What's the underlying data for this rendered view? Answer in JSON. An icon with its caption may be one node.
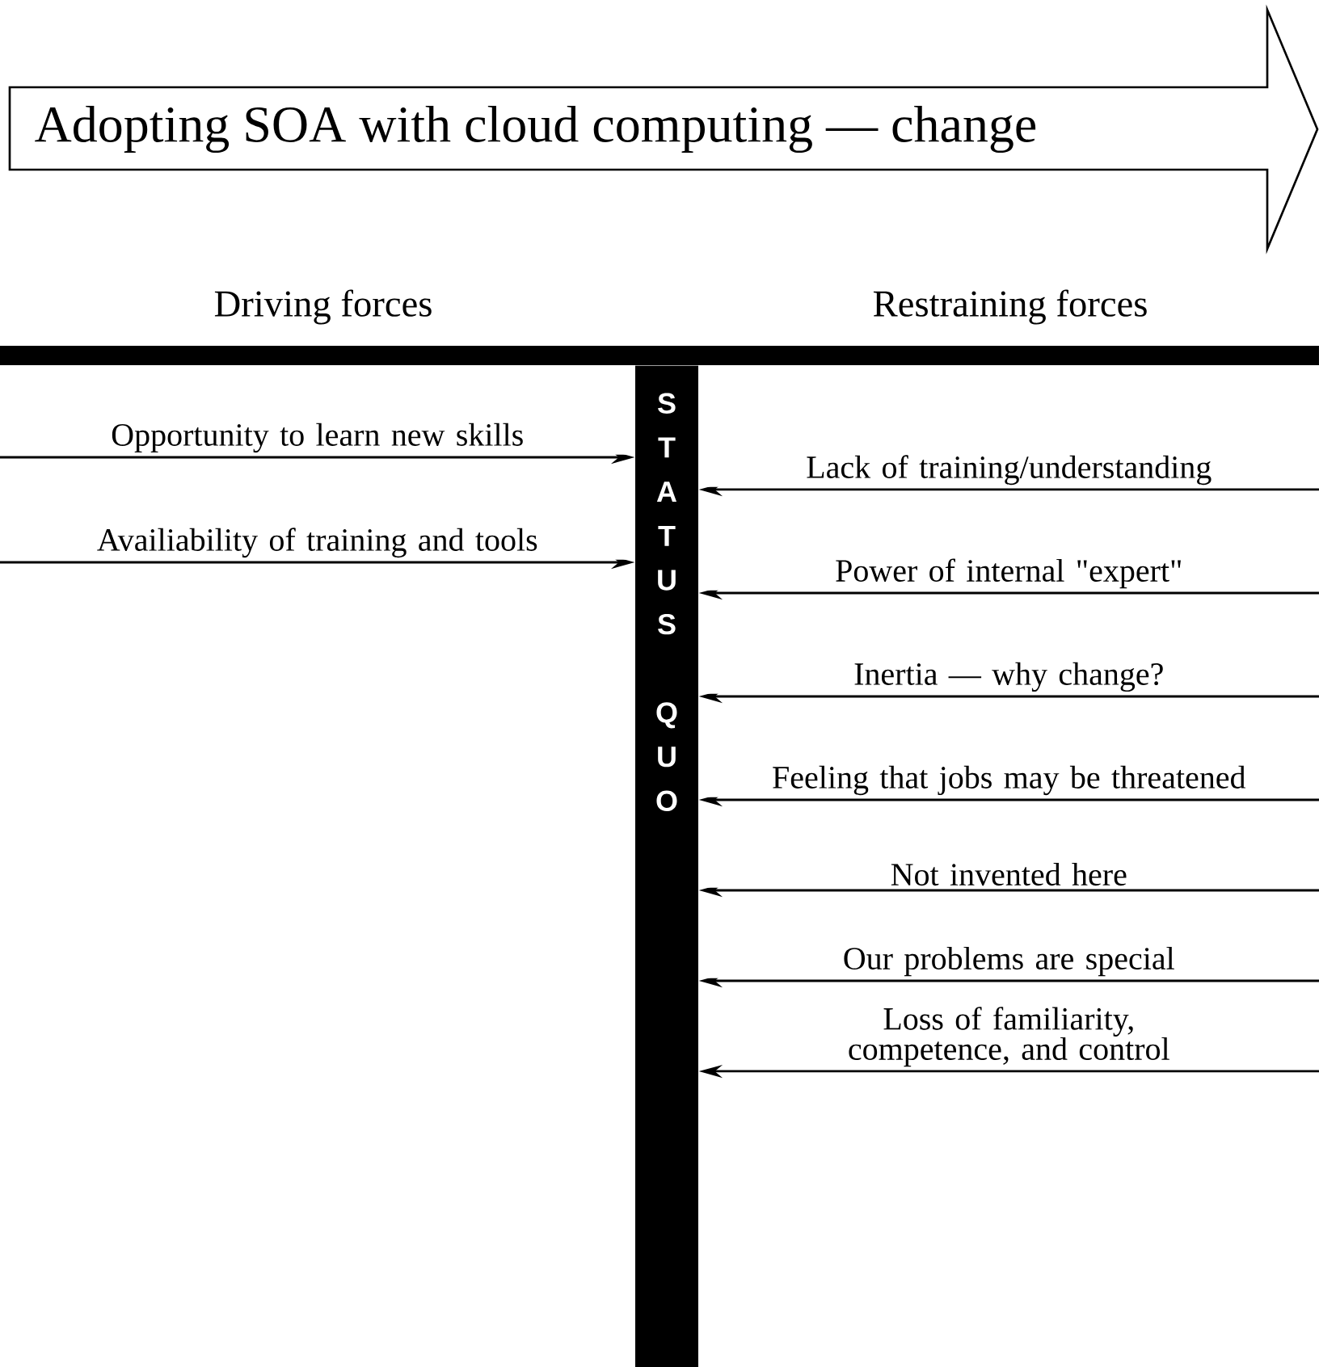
{
  "diagram": {
    "nodes": [
      {
        "text": [
          "Adopting SOA with cloud computing — change"
        ]
      },
      {
        "text": [
          "STATUS QUO"
        ]
      }
    ],
    "edges": [
      {
        "from": null,
        "to": 1,
        "arrow": "to",
        "label": "Opportunity to learn new skills"
      },
      {
        "from": null,
        "to": 1,
        "arrow": "to",
        "label": "Availiability of training and tools"
      },
      {
        "from": null,
        "to": 1,
        "arrow": "to",
        "label": "Lack of training/understanding"
      },
      {
        "from": null,
        "to": 1,
        "arrow": "to",
        "label": "Power of internal \"expert\""
      },
      {
        "from": null,
        "to": 1,
        "arrow": "to",
        "label": "Inertia — why change?"
      },
      {
        "from": null,
        "to": 1,
        "arrow": "to",
        "label": "Feeling that jobs may be threatened"
      },
      {
        "from": null,
        "to": 1,
        "arrow": "to",
        "label": "Not invented here"
      },
      {
        "from": null,
        "to": 1,
        "arrow": "to",
        "label": "Our problems are special"
      },
      {
        "from": null,
        "to": 1,
        "arrow": "to",
        "label": "Loss of familiarity, competence, and control"
      }
    ],
    "labels": [
      "Driving forces",
      "Restraining forces"
    ]
  }
}
